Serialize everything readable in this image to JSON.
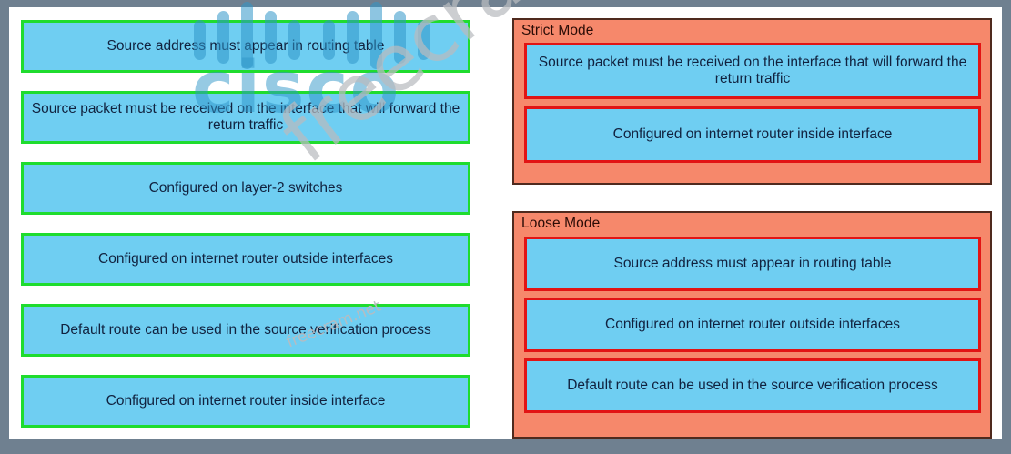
{
  "background_color": "#6f8090",
  "canvas_color": "#ffffff",
  "colors": {
    "item_fill": "#6fcef2",
    "source_border": "#1fdc2e",
    "target_border": "#e21414",
    "panel_fill": "#f6886b",
    "panel_border": "#4f2a1e",
    "text": "#11223f",
    "title_text": "#2b0c06"
  },
  "source_column": {
    "name": "answer-choices",
    "items": [
      {
        "label": "Source address must appear in routing table"
      },
      {
        "label": "Source packet must be received on the interface that will forward the return traffic"
      },
      {
        "label": "Configured on layer-2 switches"
      },
      {
        "label": "Configured on internet router outside interfaces"
      },
      {
        "label": "Default route can be used in the source verification process"
      },
      {
        "label": "Configured on internet router inside interface"
      }
    ]
  },
  "target_column": {
    "panels": [
      {
        "title": "Strict Mode",
        "items": [
          {
            "label": "Source packet must be received on the interface that will forward the return traffic"
          },
          {
            "label": "Configured on internet router inside interface"
          }
        ]
      },
      {
        "title": "Loose Mode",
        "items": [
          {
            "label": "Source address must appear in routing table"
          },
          {
            "label": "Configured on internet router outside interfaces"
          },
          {
            "label": "Default route can be used in the source verification process"
          }
        ]
      }
    ]
  },
  "watermarks": {
    "brand": "cisco",
    "site": "freecram.net",
    "site_small": "freecram.net"
  }
}
